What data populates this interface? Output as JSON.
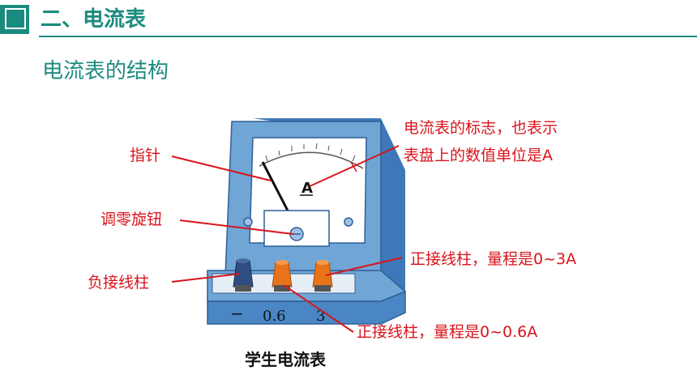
{
  "header": {
    "title": "二、电流表"
  },
  "subtitle": "电流表的结构",
  "labels": {
    "pointer": "指针",
    "zero_knob": "调零旋钮",
    "negative_terminal": "负接线柱",
    "symbol_line1": "电流表的标志，也表示",
    "symbol_line2": "表盘上的数值单位是A",
    "positive_3a": "正接线柱，量程是0~3A",
    "positive_06a": "正接线柱，量程是0~0.6A"
  },
  "meter": {
    "dial_symbol": "A",
    "terminal_labels": [
      "−",
      "0.6",
      "3"
    ]
  },
  "caption": "学生电流表",
  "colors": {
    "accent": "#1c8b7f",
    "label_red": "#d9141c",
    "meter_blue": "#6fa6d6",
    "meter_blue_dark": "#3f78b8",
    "terminal_orange": "#e8741a"
  }
}
